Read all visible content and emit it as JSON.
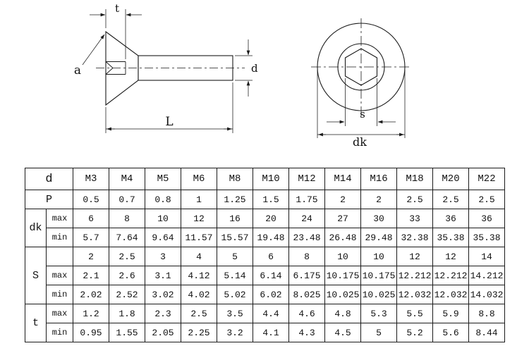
{
  "colors": {
    "line": "#1a1a1a",
    "text": "#111111",
    "border": "#1a1a1a",
    "background": "#ffffff"
  },
  "drawing": {
    "labels": {
      "a": "a",
      "t": "t",
      "d": "d",
      "l": "L",
      "s": "s",
      "dk": "dk"
    }
  },
  "table": {
    "header_label": "d",
    "sizes": [
      "M3",
      "M4",
      "M5",
      "M6",
      "M8",
      "M10",
      "M12",
      "M14",
      "M16",
      "M18",
      "M20",
      "M22"
    ],
    "groups": [
      {
        "label": "P",
        "rows": [
          {
            "sub": null,
            "values": [
              "0.5",
              "0.7",
              "0.8",
              "1",
              "1.25",
              "1.5",
              "1.75",
              "2",
              "2",
              "2.5",
              "2.5",
              "2.5"
            ]
          }
        ]
      },
      {
        "label": "dk",
        "rows": [
          {
            "sub": "max",
            "values": [
              "6",
              "8",
              "10",
              "12",
              "16",
              "20",
              "24",
              "27",
              "30",
              "33",
              "36",
              "36"
            ]
          },
          {
            "sub": "min",
            "values": [
              "5.7",
              "7.64",
              "9.64",
              "11.57",
              "15.57",
              "19.48",
              "23.48",
              "26.48",
              "29.48",
              "32.38",
              "35.38",
              "35.38"
            ]
          }
        ]
      },
      {
        "label": "S",
        "rows": [
          {
            "sub": "",
            "values": [
              "2",
              "2.5",
              "3",
              "4",
              "5",
              "6",
              "8",
              "10",
              "10",
              "12",
              "12",
              "14"
            ]
          },
          {
            "sub": "max",
            "values": [
              "2.1",
              "2.6",
              "3.1",
              "4.12",
              "5.14",
              "6.14",
              "6.175",
              "10.175",
              "10.175",
              "12.212",
              "12.212",
              "14.212"
            ]
          },
          {
            "sub": "min",
            "values": [
              "2.02",
              "2.52",
              "3.02",
              "4.02",
              "5.02",
              "6.02",
              "8.025",
              "10.025",
              "10.025",
              "12.032",
              "12.032",
              "14.032"
            ]
          }
        ]
      },
      {
        "label": "t",
        "rows": [
          {
            "sub": "max",
            "values": [
              "1.2",
              "1.8",
              "2.3",
              "2.5",
              "3.5",
              "4.4",
              "4.6",
              "4.8",
              "5.3",
              "5.5",
              "5.9",
              "8.8"
            ]
          },
          {
            "sub": "min",
            "values": [
              "0.95",
              "1.55",
              "2.05",
              "2.25",
              "3.2",
              "4.1",
              "4.3",
              "4.5",
              "5",
              "5.2",
              "5.6",
              "8.44"
            ]
          }
        ]
      }
    ]
  }
}
